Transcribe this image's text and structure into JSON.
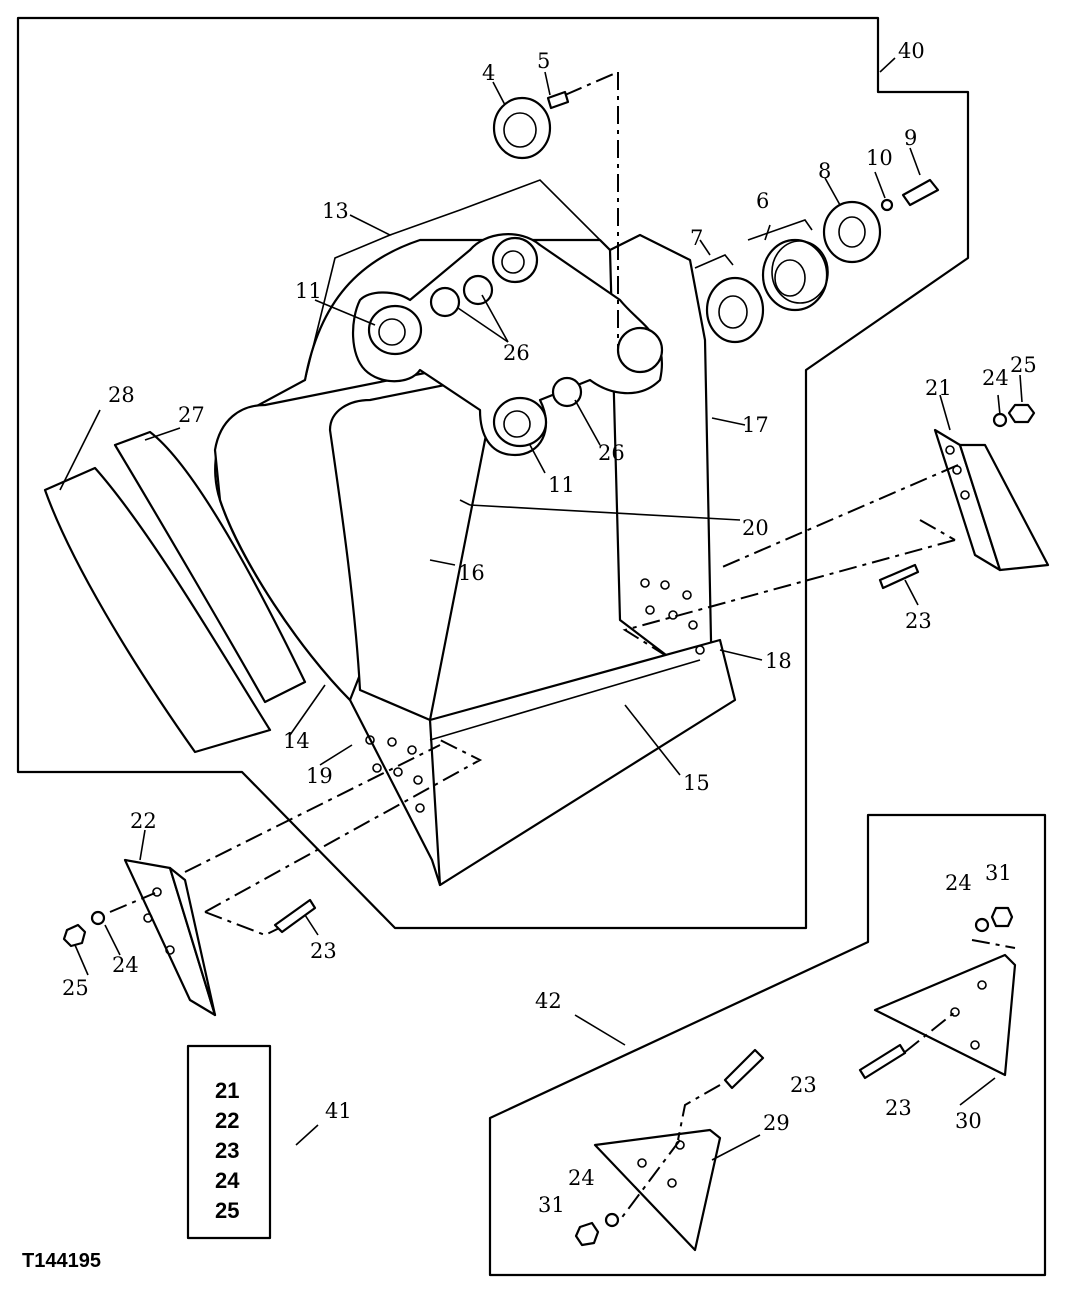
{
  "figure_id": "T144195",
  "callouts": {
    "c4": "4",
    "c5": "5",
    "c6": "6",
    "c7": "7",
    "c8": "8",
    "c9": "9",
    "c10": "10",
    "c11a": "11",
    "c11b": "11",
    "c13": "13",
    "c14": "14",
    "c15": "15",
    "c16": "16",
    "c17": "17",
    "c18": "18",
    "c19": "19",
    "c20": "20",
    "c21": "21",
    "c22": "22",
    "c23a": "23",
    "c23b": "23",
    "c23c": "23",
    "c23d": "23",
    "c24a": "24",
    "c24b": "24",
    "c24c": "24",
    "c24d": "24",
    "c25a": "25",
    "c25b": "25",
    "c26a": "26",
    "c26b": "26",
    "c27": "27",
    "c28": "28",
    "c29": "29",
    "c30": "30",
    "c31a": "31",
    "c31b": "31",
    "c40": "40",
    "c41": "41",
    "c42": "42"
  },
  "kit_41_items": [
    "21",
    "22",
    "23",
    "24",
    "25"
  ],
  "colors": {
    "line": "#000000",
    "background": "#ffffff"
  }
}
